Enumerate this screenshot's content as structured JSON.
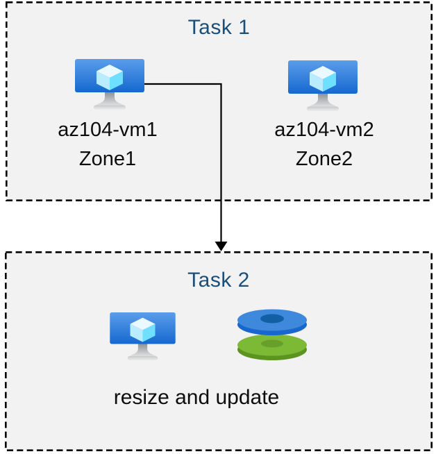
{
  "task1": {
    "title": "Task 1",
    "vms": [
      {
        "name": "az104-vm1",
        "zone": "Zone1"
      },
      {
        "name": "az104-vm2",
        "zone": "Zone2"
      }
    ]
  },
  "task2": {
    "title": "Task 2",
    "caption": "resize and update"
  },
  "icons": {
    "vm": "virtual-machine-icon",
    "disks": "managed-disks-icon",
    "arrow": "flow-arrow"
  },
  "colors": {
    "page_bg": "#ffffff",
    "box_bg": "#f2f2f2",
    "box_border": "#000000",
    "title_text": "#1b4e79",
    "label_text": "#0d0d0d",
    "arrow": "#000000",
    "vm_screen_top": "#5b9deb",
    "vm_screen_bottom": "#1568cf",
    "disk_blue_top": "#3e89dc",
    "disk_blue_side": "#1767ce",
    "disk_blue_hole": "#135fa6",
    "disk_green_top": "#7cba35",
    "disk_green_side": "#5c9422",
    "disk_green_hole": "#689f2b"
  }
}
